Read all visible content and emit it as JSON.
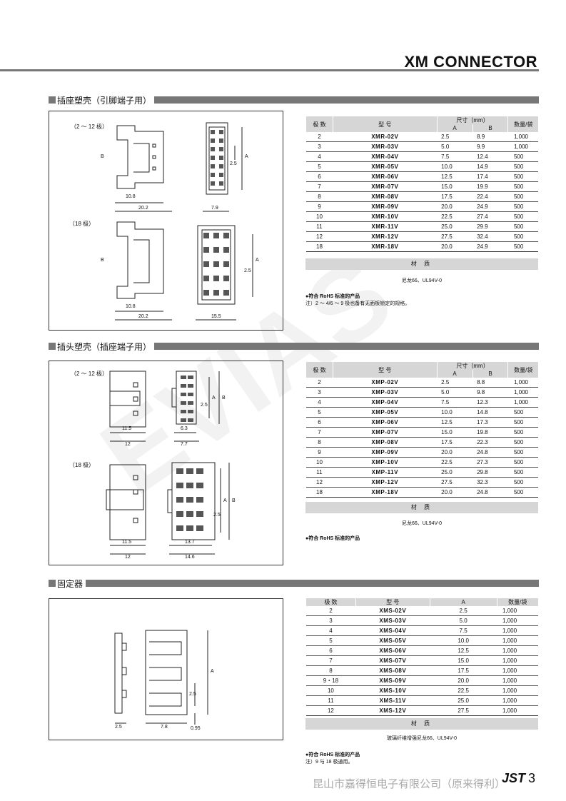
{
  "page": {
    "title": "XM CONNECTOR",
    "page_number": "3",
    "logo": "JST",
    "footer": "昆山市嘉得恒电子有限公司（原来得利）",
    "watermark": "EVIAS"
  },
  "sections": [
    {
      "heading": "插座塑壳（引脚端子用）",
      "sub1": "（2 ～ 12 极）",
      "sub2": "（18 极）",
      "dims1": [
        "10.8",
        "20.2",
        "7.9",
        "B",
        "A",
        "2.5"
      ],
      "dims2": [
        "10.8",
        "20.2",
        "15.5",
        "B",
        "A",
        "2.5"
      ],
      "table": {
        "headers": {
          "poles": "极 数",
          "model": "型 号",
          "size": "尺寸（mm）",
          "a": "A",
          "b": "B",
          "qty": "数量/袋"
        },
        "rows": [
          [
            "2",
            "XMR-02V",
            "2.5",
            "8.9",
            "1,000"
          ],
          [
            "3",
            "XMR-03V",
            "5.0",
            "9.9",
            "1,000"
          ],
          [
            "4",
            "XMR-04V",
            "7.5",
            "12.4",
            "500"
          ],
          [
            "5",
            "XMR-05V",
            "10.0",
            "14.9",
            "500"
          ],
          [
            "6",
            "XMR-06V",
            "12.5",
            "17.4",
            "500"
          ],
          [
            "7",
            "XMR-07V",
            "15.0",
            "19.9",
            "500"
          ],
          [
            "8",
            "XMR-08V",
            "17.5",
            "22.4",
            "500"
          ],
          [
            "9",
            "XMR-09V",
            "20.0",
            "24.9",
            "500"
          ],
          [
            "10",
            "XMR-10V",
            "22.5",
            "27.4",
            "500"
          ],
          [
            "11",
            "XMR-11V",
            "25.0",
            "29.9",
            "500"
          ],
          [
            "12",
            "XMR-12V",
            "27.5",
            "32.4",
            "500"
          ],
          [
            "18",
            "XMR-18V",
            "20.0",
            "24.9",
            "500"
          ]
        ]
      },
      "material_label": "材 质",
      "material": "尼龙66、UL94V-0",
      "note1": "●符合 RoHS 标准的产品",
      "note2": "注）2 ～ 4/6 ～ 9 极也备有无面板锁定的规格。"
    },
    {
      "heading": "插头塑壳（插座端子用）",
      "sub1": "（2 ～ 12 极）",
      "sub2": "（18 极）",
      "dims1": [
        "11.5",
        "12",
        "6.3",
        "7.7",
        "B",
        "A",
        "2.5"
      ],
      "dims2": [
        "11.5",
        "12",
        "13.7",
        "14.6",
        "B",
        "A",
        "2.5"
      ],
      "table": {
        "headers": {
          "poles": "极 数",
          "model": "型 号",
          "size": "尺寸（mm）",
          "a": "A",
          "b": "B",
          "qty": "数量/袋"
        },
        "rows": [
          [
            "2",
            "XMP-02V",
            "2.5",
            "8.8",
            "1,000"
          ],
          [
            "3",
            "XMP-03V",
            "5.0",
            "9.8",
            "1,000"
          ],
          [
            "4",
            "XMP-04V",
            "7.5",
            "12.3",
            "1,000"
          ],
          [
            "5",
            "XMP-05V",
            "10.0",
            "14.8",
            "500"
          ],
          [
            "6",
            "XMP-06V",
            "12.5",
            "17.3",
            "500"
          ],
          [
            "7",
            "XMP-07V",
            "15.0",
            "19.8",
            "500"
          ],
          [
            "8",
            "XMP-08V",
            "17.5",
            "22.3",
            "500"
          ],
          [
            "9",
            "XMP-09V",
            "20.0",
            "24.8",
            "500"
          ],
          [
            "10",
            "XMP-10V",
            "22.5",
            "27.3",
            "500"
          ],
          [
            "11",
            "XMP-11V",
            "25.0",
            "29.8",
            "500"
          ],
          [
            "12",
            "XMP-12V",
            "27.5",
            "32.3",
            "500"
          ],
          [
            "18",
            "XMP-18V",
            "20.0",
            "24.8",
            "500"
          ]
        ]
      },
      "material_label": "材 质",
      "material": "尼龙66、UL94V-0",
      "note1": "●符合 RoHS 标准的产品"
    },
    {
      "heading": "固定器",
      "dims": [
        "2.5",
        "7.8",
        "0.95",
        "2.5",
        "A"
      ],
      "table": {
        "headers": {
          "poles": "极 数",
          "model": "型 号",
          "a": "A",
          "qty": "数量/袋"
        },
        "rows": [
          [
            "2",
            "XMS-02V",
            "2.5",
            "1,000"
          ],
          [
            "3",
            "XMS-03V",
            "5.0",
            "1,000"
          ],
          [
            "4",
            "XMS-04V",
            "7.5",
            "1,000"
          ],
          [
            "5",
            "XMS-05V",
            "10.0",
            "1,000"
          ],
          [
            "6",
            "XMS-06V",
            "12.5",
            "1,000"
          ],
          [
            "7",
            "XMS-07V",
            "15.0",
            "1,000"
          ],
          [
            "8",
            "XMS-08V",
            "17.5",
            "1,000"
          ],
          [
            "9・18",
            "XMS-09V",
            "20.0",
            "1,000"
          ],
          [
            "10",
            "XMS-10V",
            "22.5",
            "1,000"
          ],
          [
            "11",
            "XMS-11V",
            "25.0",
            "1,000"
          ],
          [
            "12",
            "XMS-12V",
            "27.5",
            "1,000"
          ]
        ]
      },
      "material_label": "材 质",
      "material": "玻璃纤维增强尼龙66、UL94V-0",
      "note1": "●符合 RoHS 标准的产品",
      "note2": "注）9 与 18 极通用。"
    }
  ]
}
